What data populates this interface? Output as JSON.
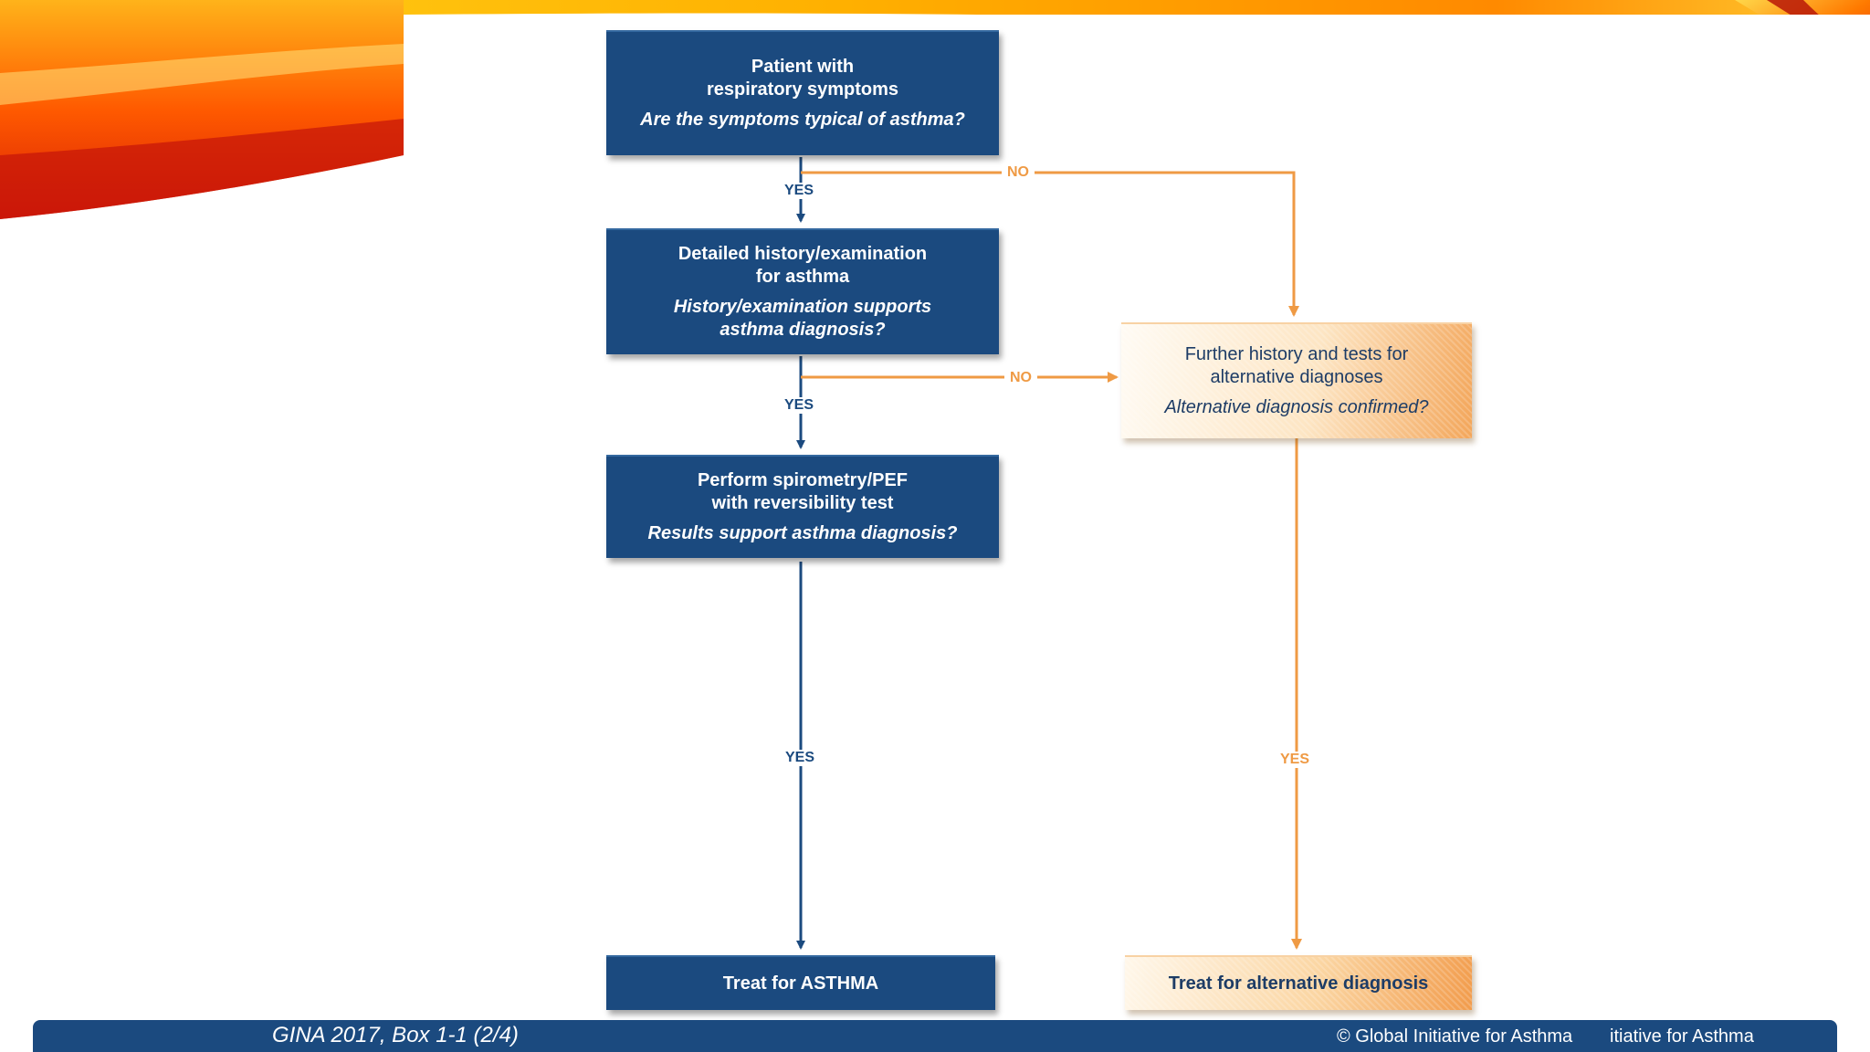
{
  "flowchart": {
    "boxes": {
      "patient": {
        "title_lines": [
          "Patient with",
          "respiratory symptoms"
        ],
        "question": "Are the symptoms typical of asthma?"
      },
      "history": {
        "title_lines": [
          "Detailed history/examination",
          "for asthma"
        ],
        "question_lines": [
          "History/examination supports",
          "asthma diagnosis?"
        ]
      },
      "spirometry": {
        "title_lines": [
          "Perform spirometry/PEF",
          "with reversibility test"
        ],
        "question": "Results support asthma diagnosis?"
      },
      "further": {
        "title_lines": [
          "Further history and tests for",
          "alternative diagnoses"
        ],
        "question": "Alternative diagnosis confirmed?"
      },
      "treat_asthma": {
        "title": "Treat for ASTHMA"
      },
      "treat_alt": {
        "title": "Treat for alternative diagnosis"
      }
    },
    "labels": {
      "yes_1": "YES",
      "no_1": "NO",
      "yes_2": "YES",
      "no_2": "NO",
      "yes_3": "YES",
      "yes_4": "YES"
    },
    "colors": {
      "blue": "#1b4a7f",
      "orange": "#ef9a44"
    }
  },
  "footer": {
    "source": "GINA 2017, Box 1-1 (2/4)",
    "copyright": "© Global Initiative for Asthma",
    "copyright_fragment": "itiative for Asthma"
  }
}
